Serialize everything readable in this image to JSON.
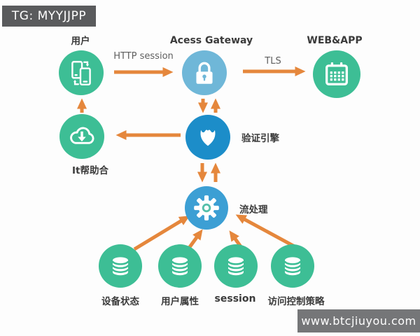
{
  "banners": {
    "top": "TG: MYYJJPP",
    "bottom": "www.btcjiuyou.com"
  },
  "nodes": {
    "user": {
      "label": "用户",
      "icon": "phones-icon"
    },
    "gateway": {
      "label": "Acess Gateway",
      "icon": "lock-icon"
    },
    "webapp": {
      "label": "WEB&APP",
      "icon": "calendar-icon"
    },
    "helpdesk": {
      "label": "It帮助合",
      "icon": "cloud-download-icon"
    },
    "auth_engine": {
      "label": "验证引擎",
      "icon": "shield-icon"
    },
    "stream_processing": {
      "label": "流处理",
      "icon": "gear-icon"
    },
    "db_device_status": {
      "label": "设备状态",
      "icon": "database-icon"
    },
    "db_user_attrs": {
      "label": "用户属性",
      "icon": "database-icon"
    },
    "db_session": {
      "label": "session",
      "icon": "database-icon"
    },
    "db_access_policy": {
      "label": "访问控制策略",
      "icon": "database-icon"
    }
  },
  "edges": {
    "http_session": {
      "label": "HTTP session"
    },
    "tls": {
      "label": "TLS"
    }
  },
  "colors": {
    "node_green": "#3dbe95",
    "gateway_blue": "#6fb7d8",
    "engine_blue": "#1c8dc9",
    "stream_blue": "#3c9fd4",
    "arrow_orange": "#e5873c",
    "banner_top_bg": "#5a5b5d",
    "banner_bottom_bg": "#757678"
  }
}
